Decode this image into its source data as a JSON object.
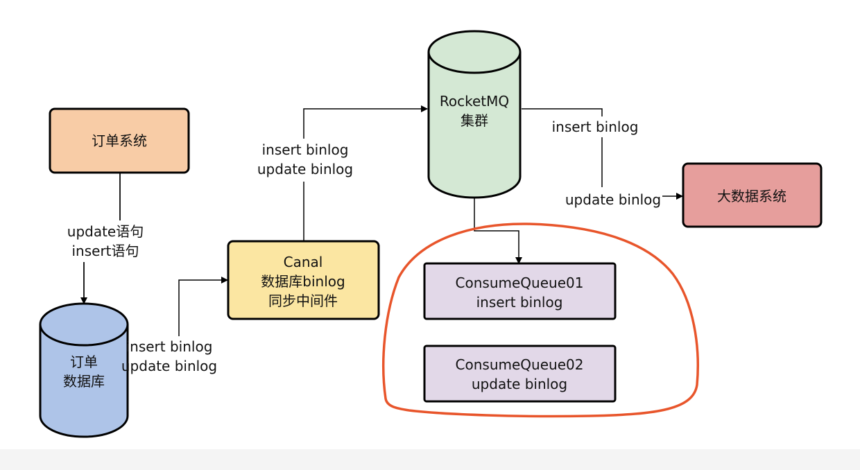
{
  "colors": {
    "order_system": "#f8cca6",
    "order_db": "#aec4e8",
    "canal": "#fbe6a2",
    "rocketmq": "#d4e8d4",
    "queue": "#e2d8e8",
    "bigdata": "#e69e9c",
    "highlight": "#e8552b"
  },
  "nodes": {
    "order_system": "订单系统",
    "order_db": [
      "订单",
      "数据库"
    ],
    "canal": [
      "Canal",
      "数据库binlog",
      "同步中间件"
    ],
    "rocketmq": [
      "RocketMQ",
      "集群"
    ],
    "queue1": [
      "ConsumeQueue01",
      "insert binlog"
    ],
    "queue2": [
      "ConsumeQueue02",
      "update binlog"
    ],
    "bigdata": "大数据系统"
  },
  "edges": {
    "order_to_db": [
      "update语句",
      "insert语句"
    ],
    "db_to_canal": [
      "insert binlog",
      "update binlog"
    ],
    "canal_to_mq": [
      "insert binlog",
      "update binlog"
    ],
    "mq_to_bigdata_top": "insert binlog",
    "mq_to_bigdata_bottom": "update binlog"
  }
}
